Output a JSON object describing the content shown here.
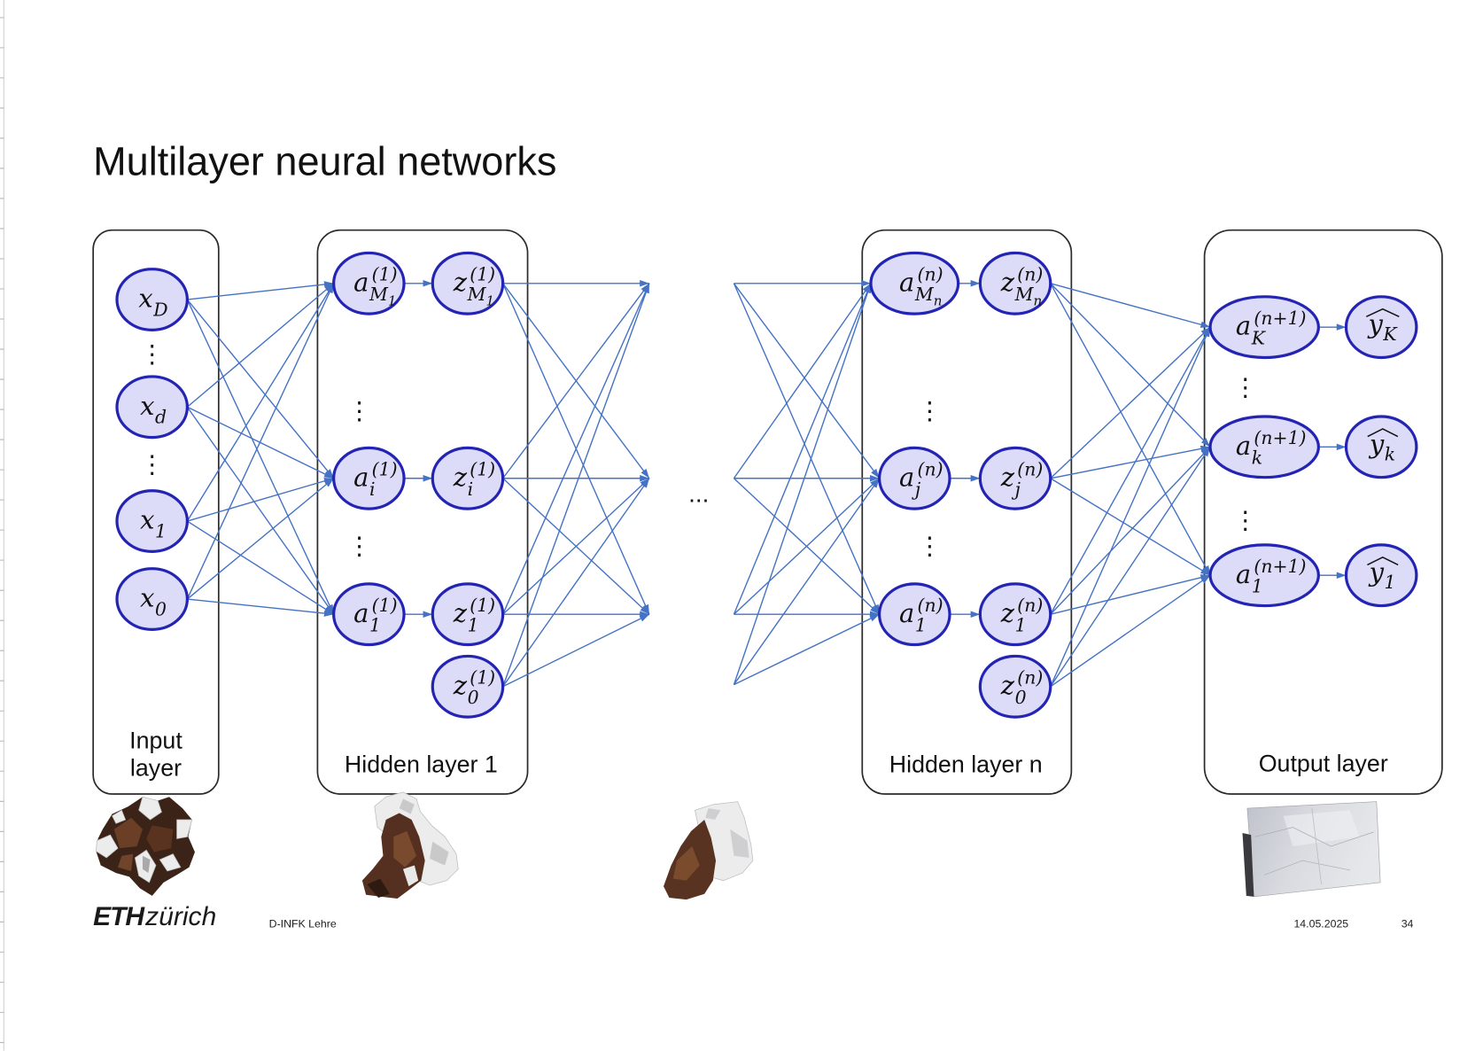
{
  "slide": {
    "title": "Multilayer neural networks",
    "ellipsis": "...",
    "vdots": "⋮"
  },
  "layers": [
    {
      "label_lines": [
        "Input",
        "layer"
      ],
      "nodes": [
        {
          "base": "x",
          "sub": "D"
        },
        {
          "base": "x",
          "sub": "d"
        },
        {
          "base": "x",
          "sub": "1"
        },
        {
          "base": "x",
          "sub": "0"
        }
      ]
    },
    {
      "label_lines": [
        "Hidden layer 1"
      ],
      "nodes": [
        {
          "base": "a",
          "sup": "(1)",
          "sub": "M",
          "subsub": "1"
        },
        {
          "base": "z",
          "sup": "(1)",
          "sub": "M",
          "subsub": "1"
        },
        {
          "base": "a",
          "sup": "(1)",
          "sub": "i"
        },
        {
          "base": "z",
          "sup": "(1)",
          "sub": "i"
        },
        {
          "base": "a",
          "sup": "(1)",
          "sub": "1"
        },
        {
          "base": "z",
          "sup": "(1)",
          "sub": "1"
        },
        {
          "base": "z",
          "sup": "(1)",
          "sub": "0"
        }
      ]
    },
    {
      "label_lines": [
        "Hidden layer n"
      ],
      "nodes": [
        {
          "base": "a",
          "sup": "(n)",
          "sub": "M",
          "subsub": "n"
        },
        {
          "base": "z",
          "sup": "(n)",
          "sub": "M",
          "subsub": "n"
        },
        {
          "base": "a",
          "sup": "(n)",
          "sub": "j"
        },
        {
          "base": "z",
          "sup": "(n)",
          "sub": "j"
        },
        {
          "base": "a",
          "sup": "(n)",
          "sub": "1"
        },
        {
          "base": "z",
          "sup": "(n)",
          "sub": "1"
        },
        {
          "base": "z",
          "sup": "(n)",
          "sub": "0"
        }
      ]
    },
    {
      "label_lines": [
        "Output layer"
      ],
      "nodes": [
        {
          "base": "a",
          "sup": "(n+1)",
          "sub": "K"
        },
        {
          "base": "y",
          "sub": "K",
          "hat": true
        },
        {
          "base": "a",
          "sup": "(n+1)",
          "sub": "k"
        },
        {
          "base": "y",
          "sub": "k",
          "hat": true
        },
        {
          "base": "a",
          "sup": "(n+1)",
          "sub": "1"
        },
        {
          "base": "y",
          "sub": "1",
          "hat": true
        }
      ]
    }
  ],
  "footer": {
    "logo": {
      "bold": "ETH",
      "light": "zürich"
    },
    "department": "D-INFK Lehre",
    "date": "14.05.2025",
    "page": "34"
  },
  "colors": {
    "node_fill": "#dcdcf8",
    "node_stroke": "#2323b4",
    "edge": "#4472c4",
    "box_stroke": "#2b2b2b",
    "text": "#111111"
  }
}
